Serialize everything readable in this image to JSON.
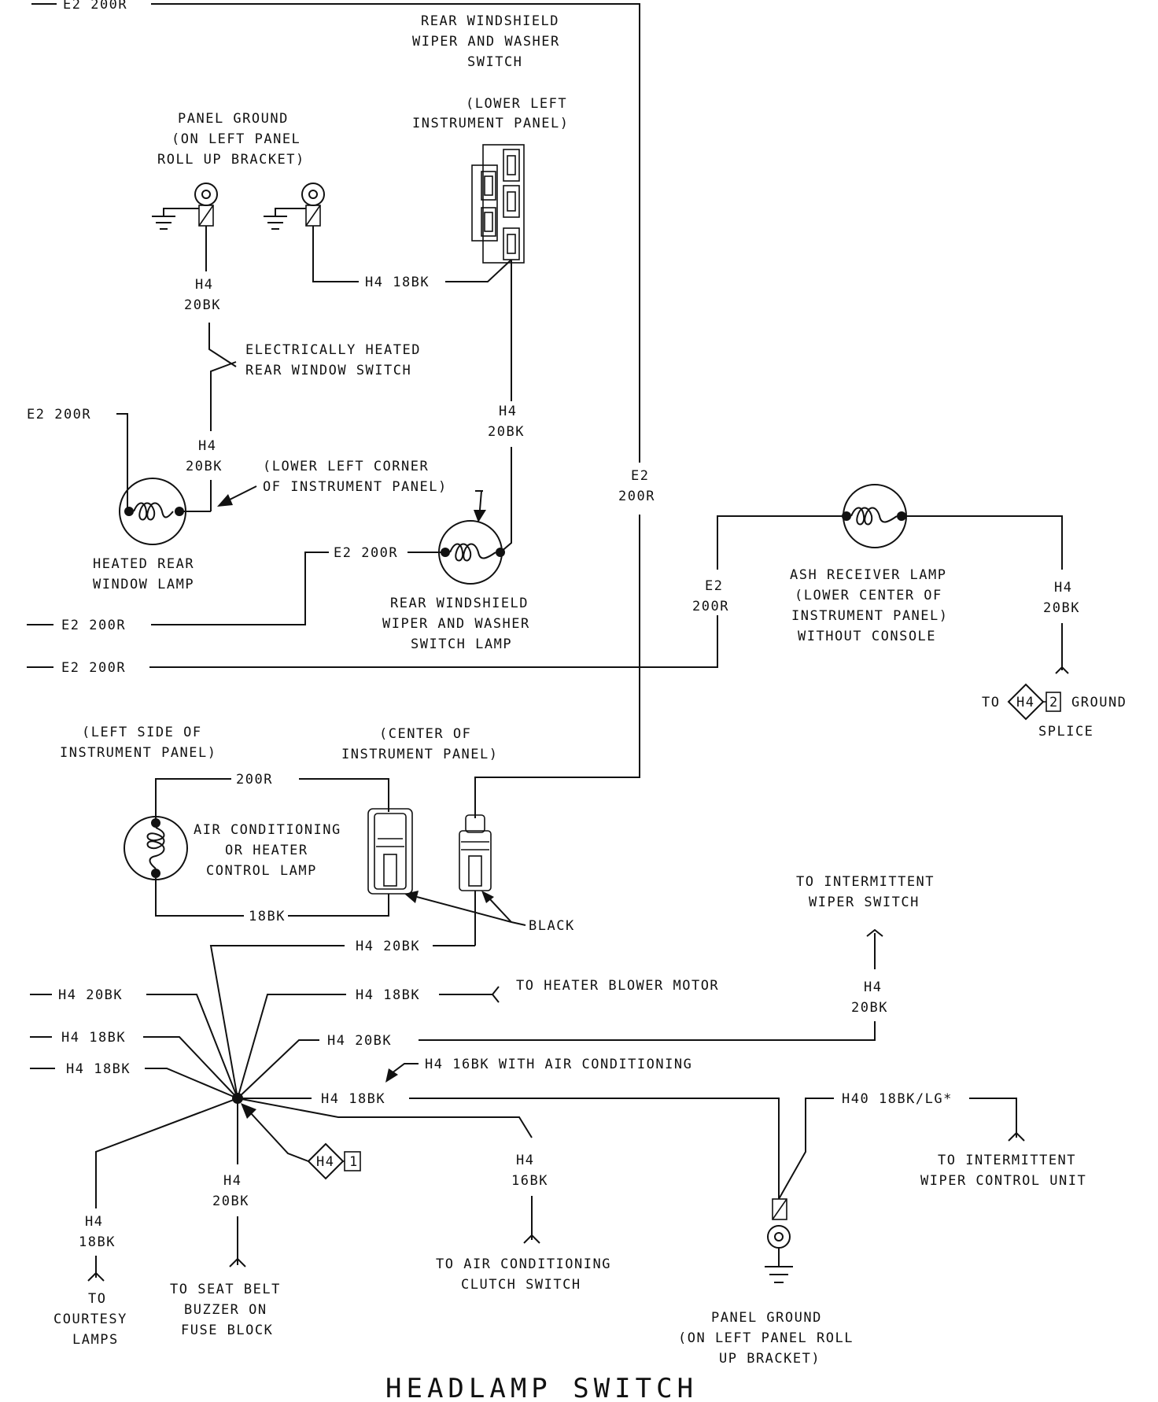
{
  "diagram": {
    "title": "HEADLAMP SWITCH",
    "labels": {
      "e2_top_left": "E2 200R",
      "rear_wiper_switch": [
        "REAR WINDSHIELD",
        "WIPER AND WASHER",
        "SWITCH"
      ],
      "rear_wiper_switch_loc": [
        "(LOWER LEFT",
        "INSTRUMENT PANEL)"
      ],
      "panel_ground_top": [
        "PANEL GROUND",
        "(ON LEFT PANEL",
        "ROLL UP BRACKET)"
      ],
      "h4_18bk_switch": "H4 18BK",
      "h4_20bk_ground": [
        "H4",
        "20BK"
      ],
      "heated_window_switch": [
        "ELECTRICALLY HEATED",
        "REAR WINDOW SWITCH"
      ],
      "e2_left_mid": "E2 200R",
      "h4_20bk_heated": [
        "H4",
        "20BK"
      ],
      "lower_left_corner": [
        "(LOWER LEFT CORNER",
        "OF INSTRUMENT PANEL)"
      ],
      "heated_rear_window_lamp": [
        "HEATED REAR",
        "WINDOW LAMP"
      ],
      "h4_20bk_switch_lamp": [
        "H4",
        "20BK"
      ],
      "e2_switch_lamp": "E2 200R",
      "rear_wiper_switch_lamp": [
        "REAR WINDSHIELD",
        "WIPER AND WASHER",
        "SWITCH LAMP"
      ],
      "e2_200r_vertical": [
        "E2",
        "200R"
      ],
      "e2_row_1": "E2 200R",
      "e2_row_2": "E2 200R",
      "ash_receiver_lamp": [
        "ASH RECEIVER LAMP",
        "(LOWER CENTER OF",
        "INSTRUMENT PANEL)",
        "WITHOUT CONSOLE"
      ],
      "e2_ash": [
        "E2",
        "200R"
      ],
      "h4_ash": [
        "H4",
        "20BK"
      ],
      "ground_splice": {
        "to": "TO",
        "code": "H4",
        "num": "2",
        "ground": "GROUND",
        "splice": "SPLICE"
      },
      "left_side_panel": [
        "(LEFT SIDE OF",
        "INSTRUMENT PANEL)"
      ],
      "center_panel": [
        "(CENTER OF",
        "INSTRUMENT PANEL)"
      ],
      "wire_200r": "200R",
      "ac_heater_lamp": [
        "AIR CONDITIONING",
        "OR HEATER",
        "CONTROL LAMP"
      ],
      "wire_18bk": "18BK",
      "black": "BLACK",
      "h4_20bk_center": "H4 20BK",
      "to_intermittent_switch": [
        "TO INTERMITTENT",
        "WIPER SWITCH"
      ],
      "h4_20bk_intermittent": [
        "H4",
        "20BK"
      ],
      "left_h4_20bk": "H4 20BK",
      "left_h4_18bk_1": "H4 18BK",
      "left_h4_18bk_2": "H4 18BK",
      "h4_18bk_blower": "H4 18BK",
      "to_blower": "TO HEATER BLOWER MOTOR",
      "h4_20bk_row": "H4 20BK",
      "h4_16bk_ac": "H4 16BK WITH AIR CONDITIONING",
      "h4_18bk_main": "H4 18BK",
      "h40": "H40 18BK/LG*",
      "to_intermittent_unit": [
        "TO INTERMITTENT",
        "WIPER CONTROL UNIT"
      ],
      "h4_16bk": [
        "H4",
        "16BK"
      ],
      "to_ac_clutch": [
        "TO AIR CONDITIONING",
        "CLUTCH SWITCH"
      ],
      "splice_h4": "H4",
      "splice_num": "1",
      "h4_20bk_seatbelt": [
        "H4",
        "20BK"
      ],
      "h4_18bk_courtesy": [
        "H4",
        "18BK"
      ],
      "to_courtesy": [
        "TO",
        "COURTESY",
        "LAMPS"
      ],
      "to_seat_belt": [
        "TO SEAT BELT",
        "BUZZER ON",
        "FUSE BLOCK"
      ],
      "panel_ground_bottom": [
        "PANEL GROUND",
        "(ON LEFT PANEL ROLL",
        "UP BRACKET)"
      ]
    }
  }
}
